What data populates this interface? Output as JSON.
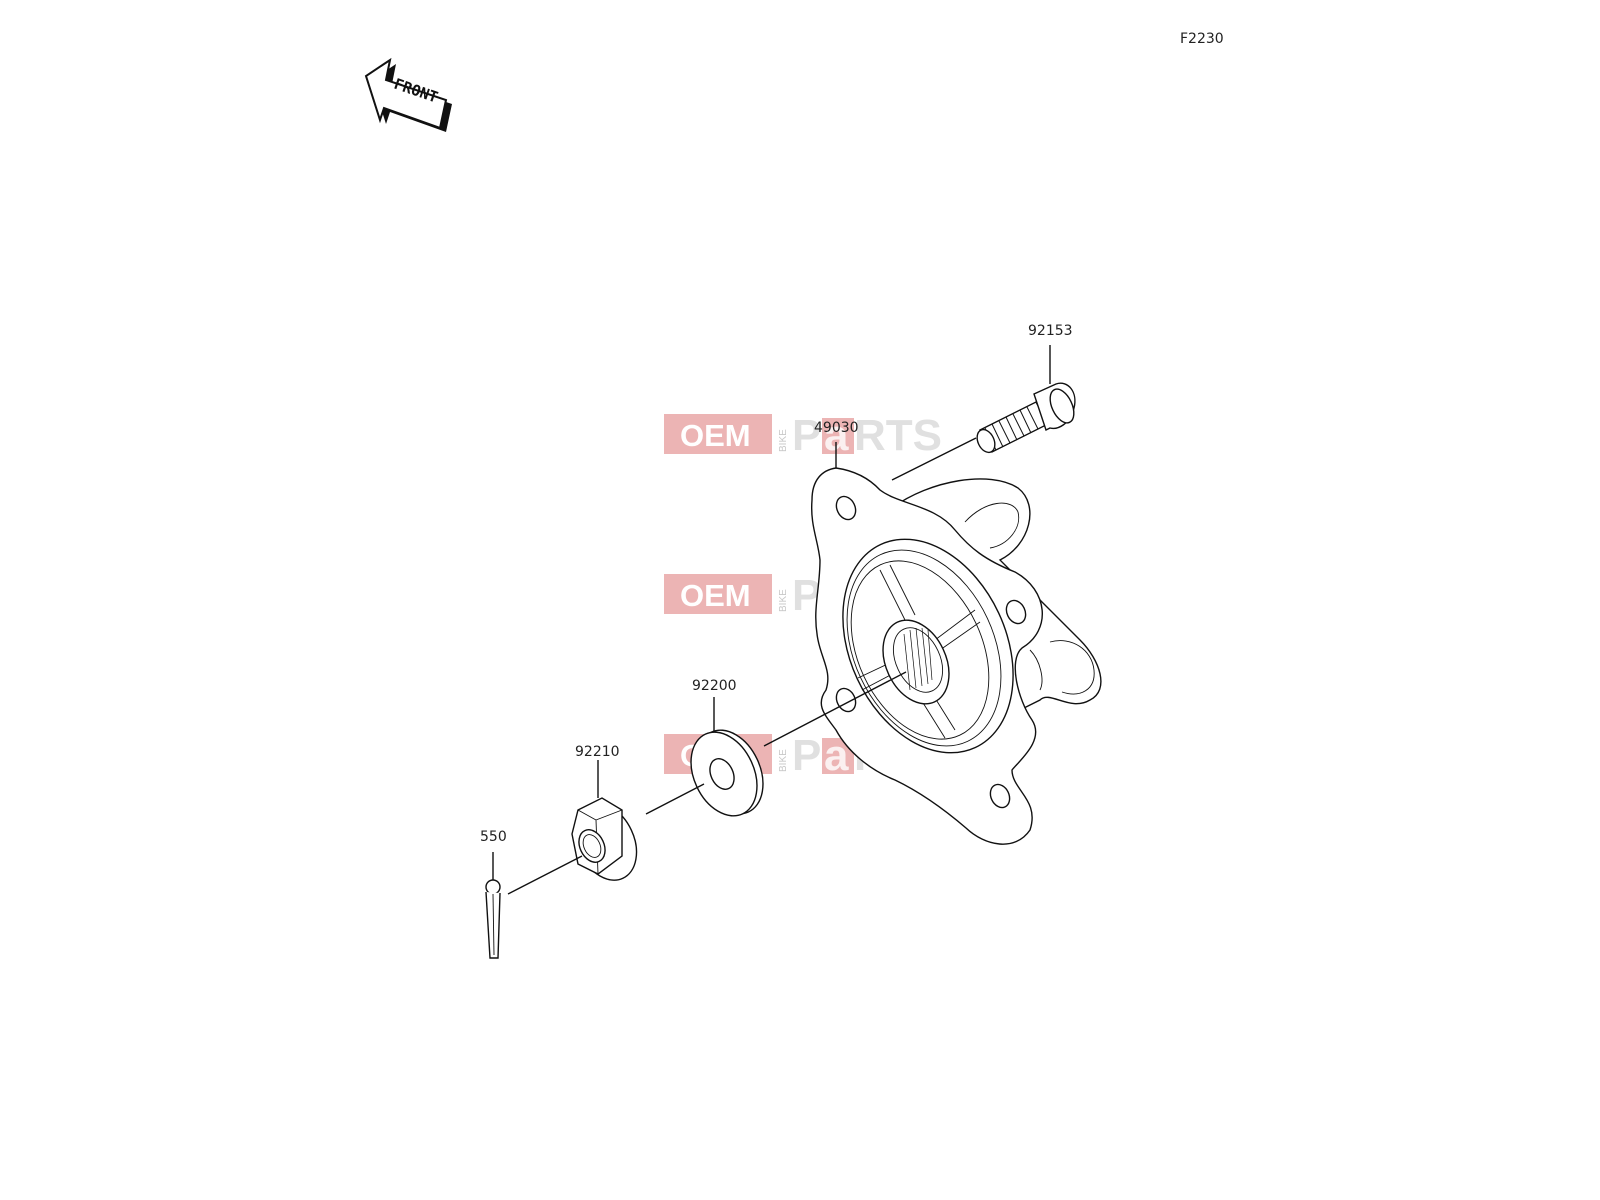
{
  "figure_code": "F2230",
  "front_label": "FRONT",
  "parts": [
    {
      "id": "hub",
      "number": "49030"
    },
    {
      "id": "stud-bolt",
      "number": "92153"
    },
    {
      "id": "washer",
      "number": "92200"
    },
    {
      "id": "nut",
      "number": "92210"
    },
    {
      "id": "cotter-pin",
      "number": "550"
    }
  ],
  "watermark": {
    "oem": "OEM",
    "bike": "BIKE",
    "p": "P",
    "a": "a",
    "rts": "RTS"
  }
}
